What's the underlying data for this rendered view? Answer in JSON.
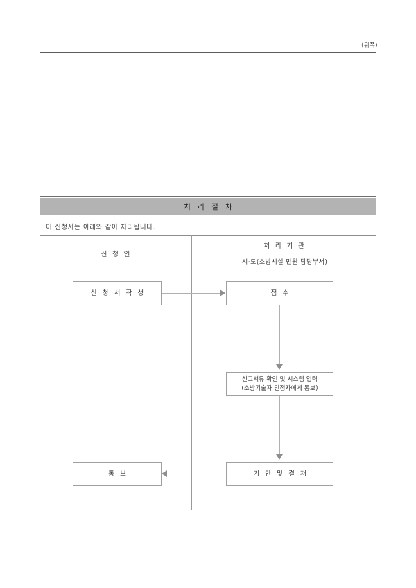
{
  "document": {
    "page_marker": "(뒤쪽)",
    "section_title": "처 리 절 차",
    "intro": "이 신청서는 아래와 같이 처리됩니다."
  },
  "table": {
    "columns": {
      "applicant": "신 청 인",
      "agency": "처 리 기 관",
      "agency_dept": "시·도(소방시설 민원 담당부서)"
    }
  },
  "flow": {
    "nodes": [
      {
        "id": "write",
        "label": "신 청 서  작 성",
        "lane": "applicant"
      },
      {
        "id": "receive",
        "label": "접 수",
        "lane": "agency"
      },
      {
        "id": "verify",
        "line1": "신고서류 확인 및 시스템 입력",
        "line2": "(소방기술자 인정자에게 통보)",
        "lane": "agency"
      },
      {
        "id": "draft",
        "label": "기 안 및 결 재",
        "lane": "agency"
      },
      {
        "id": "notify",
        "label": "통 보",
        "lane": "applicant"
      }
    ],
    "edges": [
      {
        "from": "write",
        "to": "receive",
        "direction": "right"
      },
      {
        "from": "receive",
        "to": "verify",
        "direction": "down"
      },
      {
        "from": "verify",
        "to": "draft",
        "direction": "down"
      },
      {
        "from": "draft",
        "to": "notify",
        "direction": "left"
      }
    ]
  },
  "colors": {
    "band_background": "#b3b3b3",
    "rule": "#5b5b5b",
    "box_border": "#a0a0a0",
    "connector": "#b0b0b0",
    "text": "#3a3a3a"
  }
}
